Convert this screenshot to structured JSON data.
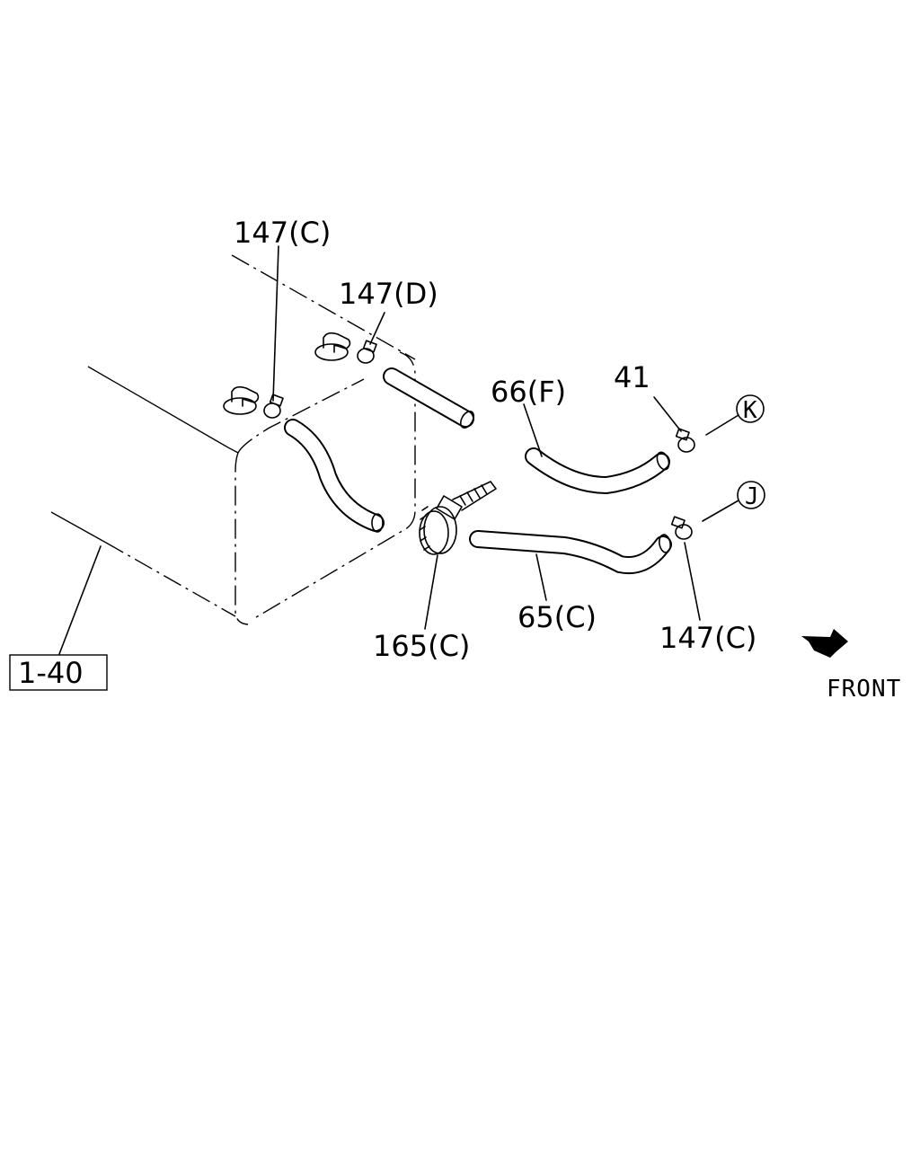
{
  "labels": {
    "p147c_top": "147(C)",
    "p147d": "147(D)",
    "p66f": "66(F)",
    "p41": "41",
    "pK": "K",
    "pJ": "J",
    "p165c": "165(C)",
    "p65c": "65(C)",
    "p147c_bottom": "147(C)",
    "p1_40": "1-40",
    "front": "FRONT"
  }
}
